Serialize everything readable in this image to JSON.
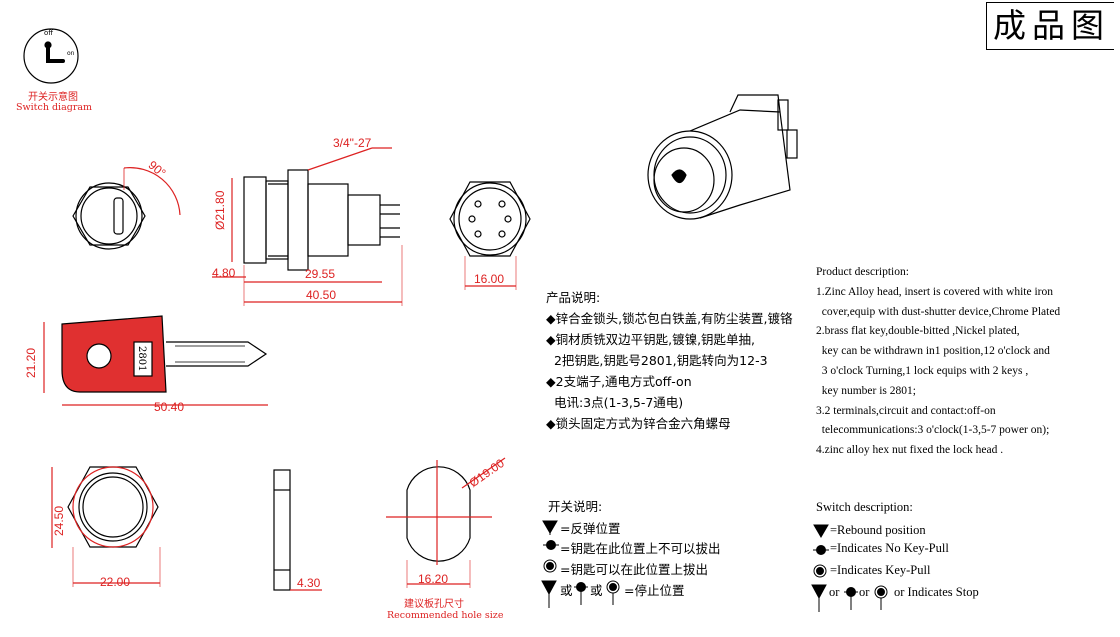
{
  "title": "成品图",
  "switch_diagram": {
    "label_off": "off",
    "label_on": "on",
    "caption_cn": "开关示意图",
    "caption_en": "Switch diagram"
  },
  "dimensions": {
    "angle": "90°",
    "thread": "3/4\"-27",
    "dia_21_80": "Ø21.80",
    "d_4_80": "4.80",
    "d_29_55": "29.55",
    "d_40_50": "40.50",
    "d_16_00": "16.00",
    "d_21_20": "21.20",
    "d_50_40": "50.40",
    "d_24_50": "24.50",
    "d_22_00": "22.00",
    "d_4_30": "4.30",
    "d_16_20": "16.20",
    "dia_19_00": "Ø19.00",
    "key_number": "2801"
  },
  "hole": {
    "caption_cn": "建议板孔尺寸",
    "caption_en": "Recommended hole size"
  },
  "product_cn": {
    "heading": "产品说明:",
    "lines": [
      "◆锌合金锁头,锁芯包白铁盖,有防尘装置,镀铬",
      "◆铜材质铣双边平钥匙,镀镍,钥匙单抽,",
      "  2把钥匙,钥匙号2801,钥匙转向为12-3",
      "◆2支端子,通电方式off-on",
      "  电讯:3点(1-3,5-7通电)",
      "◆锁头固定方式为锌合金六角螺母"
    ]
  },
  "product_en": {
    "heading": "Product description:",
    "lines": [
      "1.Zinc Alloy head, insert is covered with white iron",
      "  cover,equip with dust-shutter device,Chrome Plated",
      "2.brass flat key,double-bitted ,Nickel plated,",
      "  key can be withdrawn in1 position,12 o'clock and",
      "  3 o'clock Turning,1 lock equips with 2 keys ,",
      "  key number is 2801;",
      "3.2 terminals,circuit and contact:off-on",
      "  telecommunications:3 o'clock(1-3,5-7 power on);",
      "4.zinc alloy hex nut fixed the lock head ."
    ]
  },
  "switch_cn": {
    "heading": "开关说明:",
    "rebound": "=反弹位置",
    "no_pull": "=钥匙在此位置上不可以拔出",
    "pull": "=钥匙可以在此位置上拔出",
    "or1": "或",
    "or2": "或",
    "stop": "=停止位置"
  },
  "switch_en": {
    "heading": "Switch description:",
    "rebound": "=Rebound position",
    "no_pull": "=Indicates No Key-Pull",
    "pull": "=Indicates  Key-Pull",
    "or1": "or",
    "or2": "or",
    "stop": "or Indicates Stop"
  },
  "colors": {
    "dimension": "#dd2222",
    "key_head": "#e03030"
  }
}
